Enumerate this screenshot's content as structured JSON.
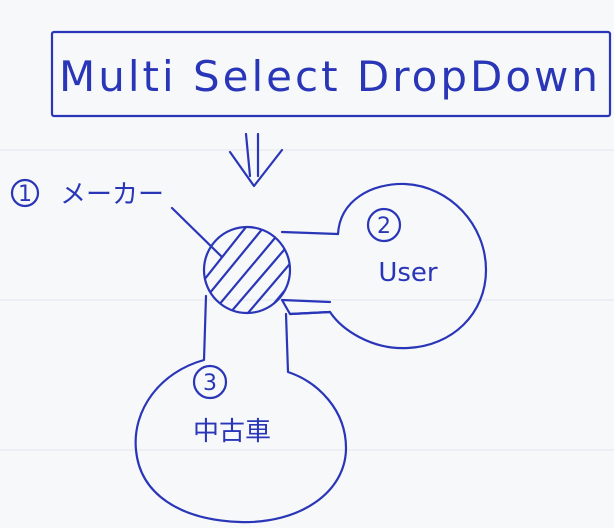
{
  "title": "Multi Select DropDown",
  "labels": {
    "maker": "メーカー",
    "user": "User",
    "used_car": "中古車"
  },
  "numbers": {
    "maker": "1",
    "user": "2",
    "used_car": "3"
  },
  "colors": {
    "ink": "#2a36b8",
    "paper": "#f7f8fa",
    "ruled_line": "#e3e6ee"
  },
  "icons": {
    "arrow": "double-down-arrow-icon",
    "hatch": "hatched-circle-icon"
  }
}
